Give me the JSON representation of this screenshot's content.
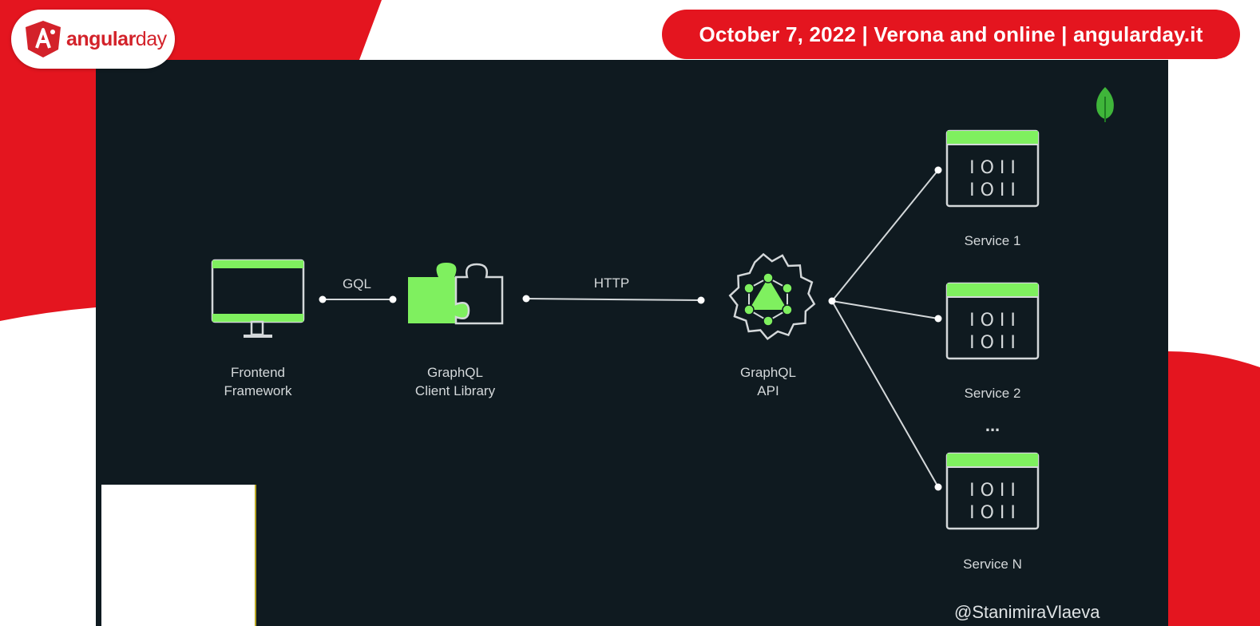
{
  "header": {
    "logo": {
      "icon": "angularday-logo-icon",
      "text_bold": "angular",
      "text_regular": "day",
      "color": "#d3222a"
    },
    "event_banner": "October 7, 2022 | Verona and online | angularday.it",
    "banner_color": "#e4151f"
  },
  "slide": {
    "background": "#0f1a20",
    "accent": "#7ff05f",
    "corner_icon": "leaf-icon",
    "diagram": {
      "nodes": [
        {
          "id": "frontend",
          "icon": "monitor-icon",
          "label_lines": [
            "Frontend",
            "Framework"
          ]
        },
        {
          "id": "client",
          "icon": "puzzle-icon",
          "label_lines": [
            "GraphQL",
            "Client Library"
          ]
        },
        {
          "id": "api",
          "icon": "graphql-gear-icon",
          "label_lines": [
            "GraphQL",
            "API"
          ]
        },
        {
          "id": "service1",
          "icon": "server-binary-icon",
          "label_lines": [
            "Service 1"
          ]
        },
        {
          "id": "service2",
          "icon": "server-binary-icon",
          "label_lines": [
            "Service 2"
          ]
        },
        {
          "id": "serviceN",
          "icon": "server-binary-icon",
          "label_lines": [
            "Service N"
          ]
        }
      ],
      "edges": [
        {
          "from": "frontend",
          "to": "client",
          "label": "GQL"
        },
        {
          "from": "client",
          "to": "api",
          "label": "HTTP"
        },
        {
          "from": "api",
          "to": "service1",
          "label": ""
        },
        {
          "from": "api",
          "to": "service2",
          "label": ""
        },
        {
          "from": "api",
          "to": "serviceN",
          "label": ""
        }
      ],
      "server_bits": [
        "I O I I",
        "I O I I"
      ],
      "ellipsis": "..."
    },
    "handle": "@StanimiraVlaeva"
  }
}
